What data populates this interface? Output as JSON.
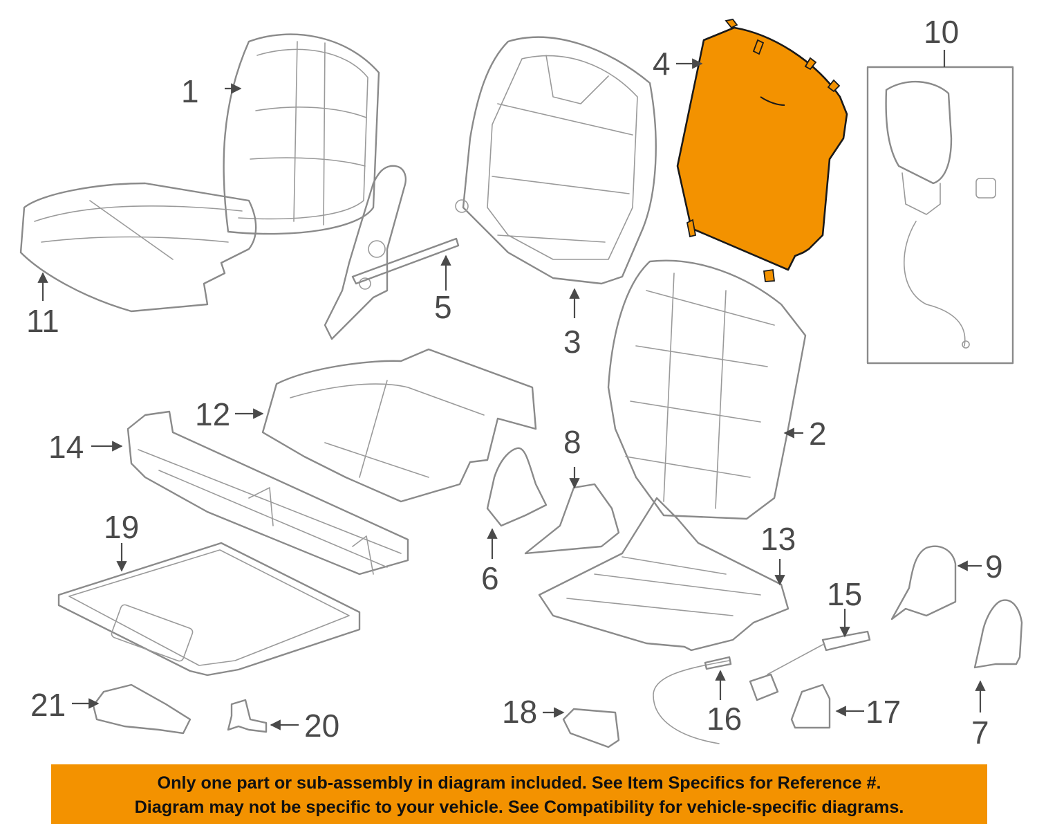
{
  "colors": {
    "highlight": "#f39200",
    "banner_bg": "#f39200",
    "line": "#8a8a8a",
    "label": "#4a4a4a"
  },
  "highlighted_part": "4",
  "callouts": {
    "c1": "1",
    "c2": "2",
    "c3": "3",
    "c4": "4",
    "c5": "5",
    "c6": "6",
    "c7": "7",
    "c8": "8",
    "c9": "9",
    "c10": "10",
    "c11": "11",
    "c12": "12",
    "c13": "13",
    "c14": "14",
    "c15": "15",
    "c16": "16",
    "c17": "17",
    "c18": "18",
    "c19": "19",
    "c20": "20",
    "c21": "21"
  },
  "banner": {
    "line1": "Only one part or sub-assembly in diagram included. See Item Specifics for Reference #.",
    "line2": "Diagram may not be specific to your vehicle. See Compatibility for vehicle-specific diagrams."
  }
}
